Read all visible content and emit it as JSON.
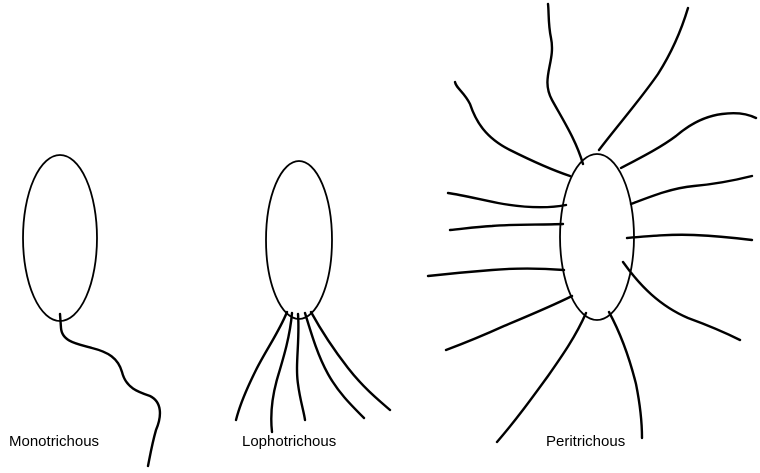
{
  "labels": {
    "monotrichous": "Monotrichous",
    "lophotrichous": "Lophotrichous",
    "peritrichous": "Peritrichous"
  },
  "colors": {
    "ink": "#000000",
    "background": "#ffffff"
  }
}
